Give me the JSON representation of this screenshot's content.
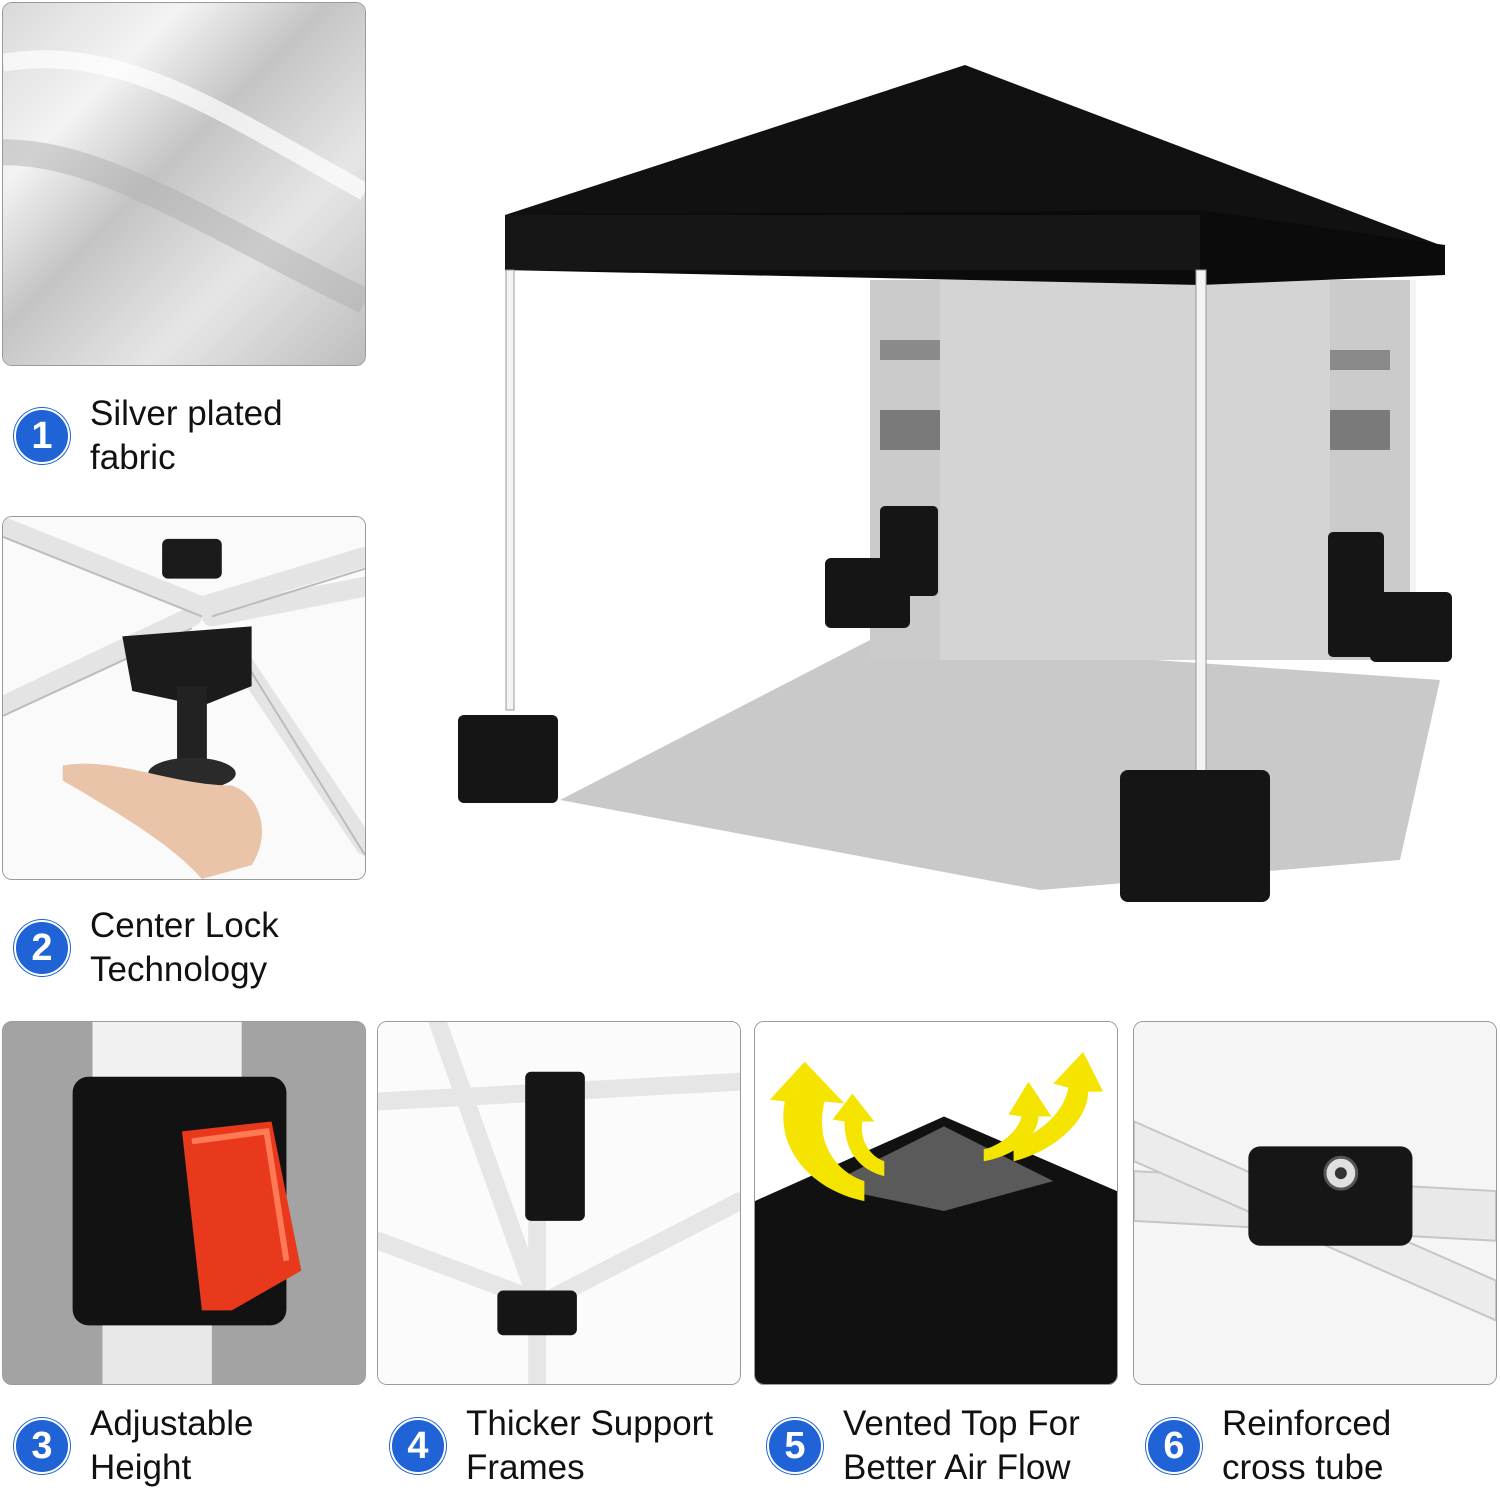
{
  "colors": {
    "badge": "#1f63d6",
    "canopy": "#0e0e0e",
    "sidewall": "#c9c9c9",
    "frame": "#f4f4f4",
    "lever": "#e8391c",
    "arrow": "#f5e400"
  },
  "hero": {
    "image": "black pop-up canopy tent with side wall and four weight bags"
  },
  "features": [
    {
      "number": "1",
      "line1": "Silver plated",
      "line2": "fabric",
      "image": "silver-fabric-closeup"
    },
    {
      "number": "2",
      "line1": "Center Lock",
      "line2": "Technology",
      "image": "center-lock-hub"
    },
    {
      "number": "3",
      "line1": "Adjustable",
      "line2": "Height",
      "image": "height-adjust-lever"
    },
    {
      "number": "4",
      "line1": "Thicker Support",
      "line2": "Frames",
      "image": "support-frame-joint"
    },
    {
      "number": "5",
      "line1": "Vented Top For",
      "line2": "Better Air Flow",
      "image": "vented-top-arrows"
    },
    {
      "number": "6",
      "line1": "Reinforced",
      "line2": "cross tube",
      "image": "cross-tube-joint"
    }
  ]
}
